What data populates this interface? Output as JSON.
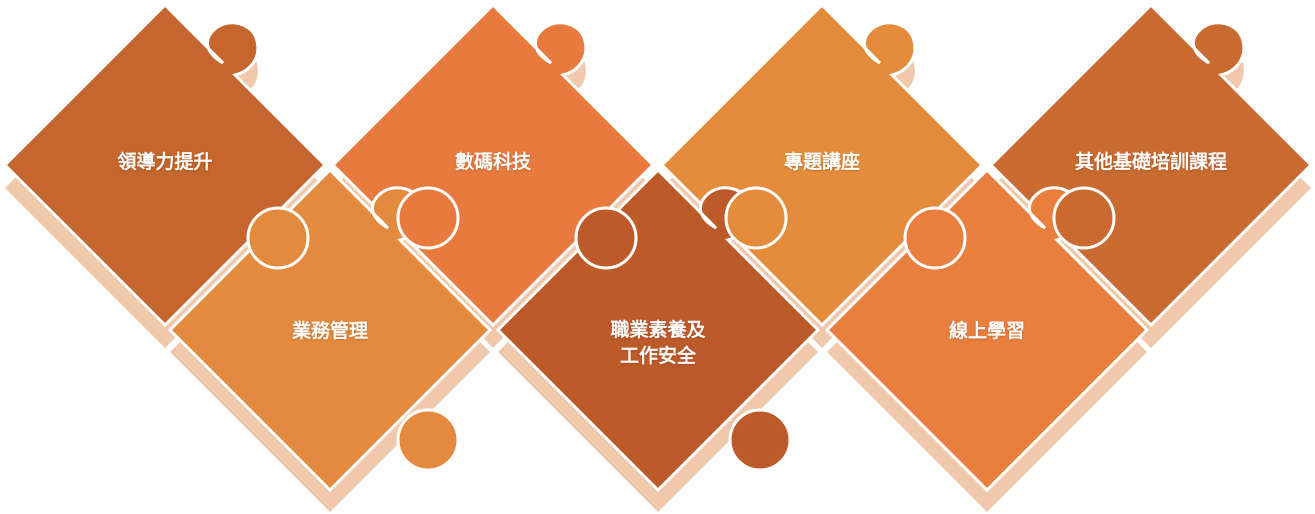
{
  "pieces": [
    {
      "id": "leadership",
      "label": "領導力提升",
      "color": "#C4662D"
    },
    {
      "id": "digital-tech",
      "label": "數碼科技",
      "color": "#E87A3E"
    },
    {
      "id": "special-lectures",
      "label": "專題講座",
      "color": "#E58C3C"
    },
    {
      "id": "other-basic-training",
      "label": "其他基礎培訓課程",
      "color": "#C96A30"
    },
    {
      "id": "business-management",
      "label": "業務管理",
      "color": "#E38A3E"
    },
    {
      "id": "professional-ethics",
      "label_line1": "職業素養及",
      "label_line2": "工作安全",
      "color": "#BD5A2A"
    },
    {
      "id": "online-learning",
      "label": "線上學習",
      "color": "#E97F3F"
    }
  ],
  "colors": {
    "shadow": "#EFC3A4",
    "edge": "#FFFFFF"
  }
}
